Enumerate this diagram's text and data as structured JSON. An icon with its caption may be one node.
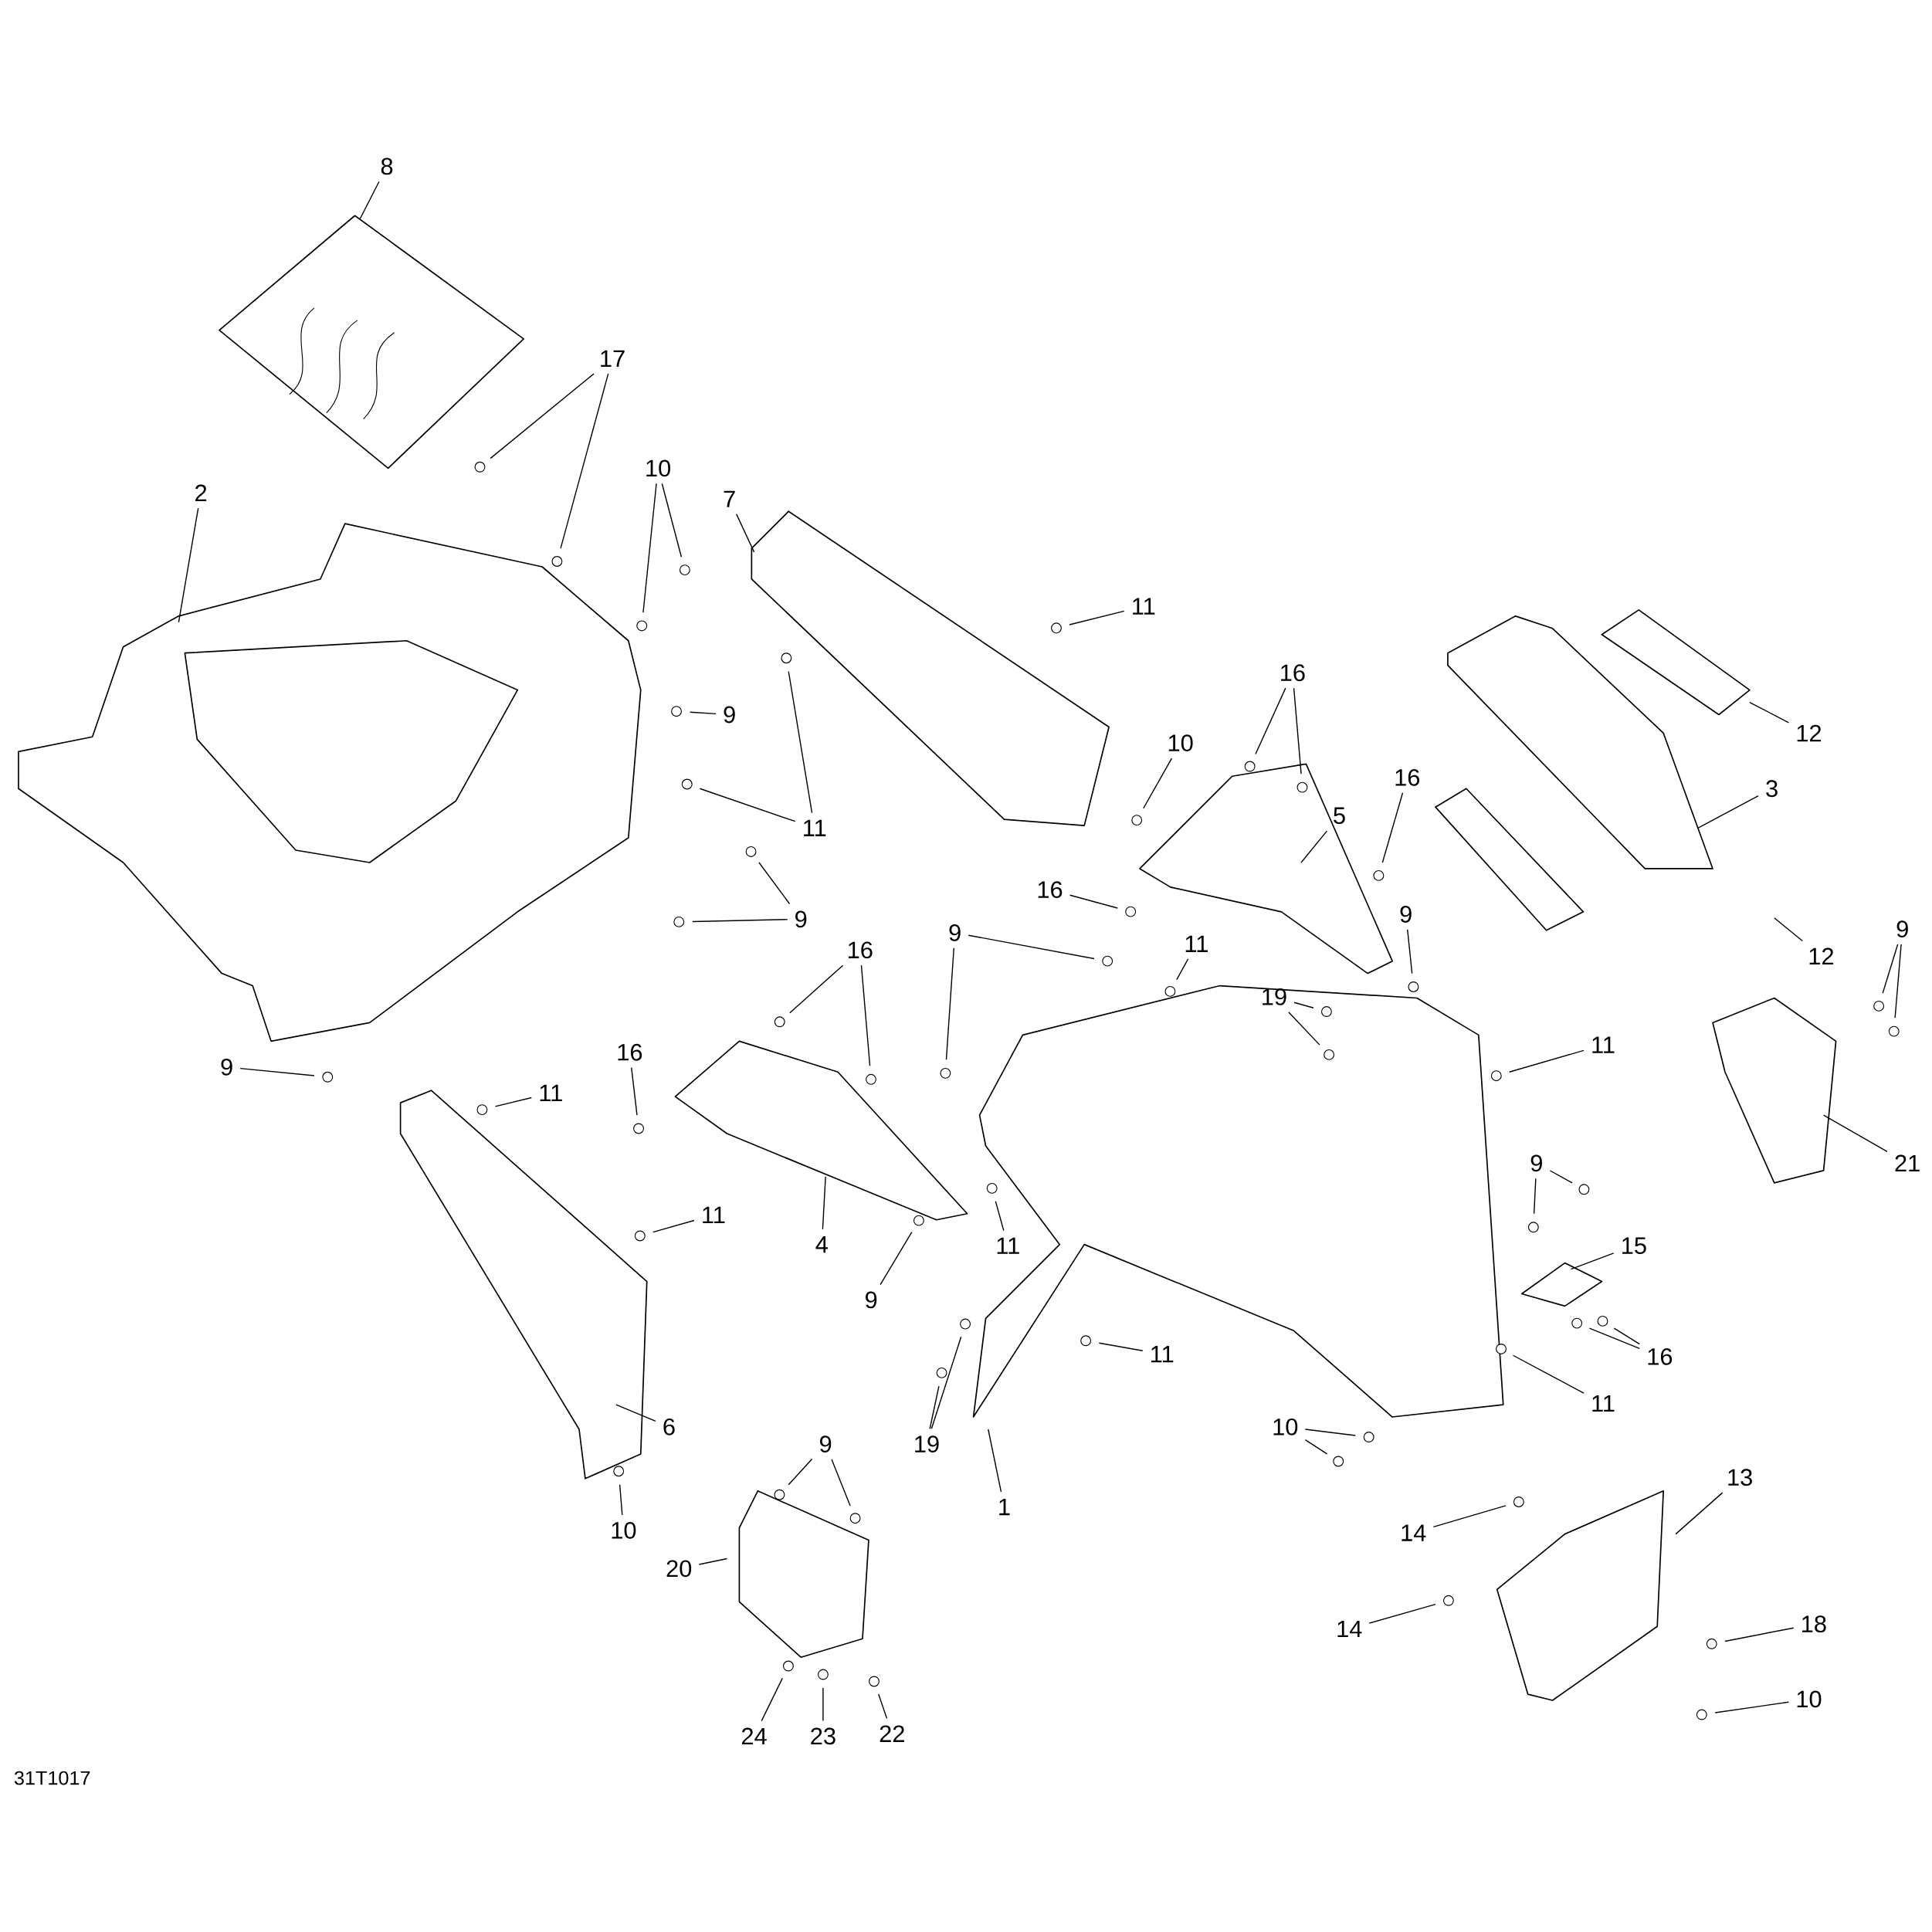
{
  "diagram": {
    "nodes": [
      {
        "text": [
          "8"
        ]
      },
      {
        "text": [
          "17"
        ]
      },
      {
        "text": [
          "10"
        ]
      },
      {
        "text": [
          "2"
        ]
      },
      {
        "text": [
          "7"
        ]
      },
      {
        "text": [
          "11"
        ]
      },
      {
        "text": [
          "16"
        ]
      },
      {
        "text": [
          "9"
        ]
      },
      {
        "text": [
          "12"
        ]
      },
      {
        "text": [
          "10"
        ]
      },
      {
        "text": [
          "16"
        ]
      },
      {
        "text": [
          "3"
        ]
      },
      {
        "text": [
          "5"
        ]
      },
      {
        "text": [
          "11"
        ]
      },
      {
        "text": [
          "16"
        ]
      },
      {
        "text": [
          "9"
        ]
      },
      {
        "text": [
          "9"
        ]
      },
      {
        "text": [
          "9"
        ]
      },
      {
        "text": [
          "9"
        ]
      },
      {
        "text": [
          "11"
        ]
      },
      {
        "text": [
          "12"
        ]
      },
      {
        "text": [
          "16"
        ]
      },
      {
        "text": [
          "19"
        ]
      },
      {
        "text": [
          "11"
        ]
      },
      {
        "text": [
          "16"
        ]
      },
      {
        "text": [
          "9"
        ]
      },
      {
        "text": [
          "11"
        ]
      },
      {
        "text": [
          "9"
        ]
      },
      {
        "text": [
          "21"
        ]
      },
      {
        "text": [
          "11"
        ]
      },
      {
        "text": [
          "4"
        ]
      },
      {
        "text": [
          "11"
        ]
      },
      {
        "text": [
          "15"
        ]
      },
      {
        "text": [
          "9"
        ]
      },
      {
        "text": [
          "11"
        ]
      },
      {
        "text": [
          "16"
        ]
      },
      {
        "text": [
          "11"
        ]
      },
      {
        "text": [
          "6"
        ]
      },
      {
        "text": [
          "10"
        ]
      },
      {
        "text": [
          "19"
        ]
      },
      {
        "text": [
          "9"
        ]
      },
      {
        "text": [
          "13"
        ]
      },
      {
        "text": [
          "1"
        ]
      },
      {
        "text": [
          "10"
        ]
      },
      {
        "text": [
          "14"
        ]
      },
      {
        "text": [
          "20"
        ]
      },
      {
        "text": [
          "18"
        ]
      },
      {
        "text": [
          "14"
        ]
      },
      {
        "text": [
          "10"
        ]
      },
      {
        "text": [
          "22"
        ]
      },
      {
        "text": [
          "24"
        ]
      },
      {
        "text": [
          "23"
        ]
      }
    ],
    "edges": [
      {
        "from": 0,
        "to": null,
        "arrow": "none"
      },
      {
        "from": 1,
        "to": null,
        "arrow": "none"
      },
      {
        "from": 1,
        "to": null,
        "arrow": "none"
      },
      {
        "from": 2,
        "to": null,
        "arrow": "none"
      },
      {
        "from": 2,
        "to": null,
        "arrow": "none"
      },
      {
        "from": 3,
        "to": null,
        "arrow": "none"
      },
      {
        "from": 4,
        "to": null,
        "arrow": "none"
      },
      {
        "from": 5,
        "to": null,
        "arrow": "none"
      },
      {
        "from": 6,
        "to": null,
        "arrow": "none"
      },
      {
        "from": 6,
        "to": null,
        "arrow": "none"
      },
      {
        "from": 7,
        "to": null,
        "arrow": "none"
      },
      {
        "from": 8,
        "to": null,
        "arrow": "none"
      },
      {
        "from": 9,
        "to": null,
        "arrow": "none"
      },
      {
        "from": 10,
        "to": null,
        "arrow": "none"
      },
      {
        "from": 11,
        "to": null,
        "arrow": "none"
      },
      {
        "from": 12,
        "to": null,
        "arrow": "none"
      },
      {
        "from": 13,
        "to": null,
        "arrow": "none"
      },
      {
        "from": 13,
        "to": null,
        "arrow": "none"
      },
      {
        "from": 14,
        "to": null,
        "arrow": "none"
      },
      {
        "from": 15,
        "to": null,
        "arrow": "none"
      },
      {
        "from": 16,
        "to": null,
        "arrow": "none"
      },
      {
        "from": 16,
        "to": null,
        "arrow": "none"
      },
      {
        "from": 17,
        "to": null,
        "arrow": "none"
      },
      {
        "from": 17,
        "to": null,
        "arrow": "none"
      },
      {
        "from": 18,
        "to": null,
        "arrow": "none"
      },
      {
        "from": 18,
        "to": null,
        "arrow": "none"
      },
      {
        "from": 19,
        "to": null,
        "arrow": "none"
      },
      {
        "from": 20,
        "to": null,
        "arrow": "none"
      },
      {
        "from": 21,
        "to": null,
        "arrow": "none"
      },
      {
        "from": 21,
        "to": null,
        "arrow": "none"
      },
      {
        "from": 22,
        "to": null,
        "arrow": "none"
      },
      {
        "from": 22,
        "to": null,
        "arrow": "none"
      },
      {
        "from": 23,
        "to": null,
        "arrow": "none"
      },
      {
        "from": 24,
        "to": null,
        "arrow": "none"
      },
      {
        "from": 25,
        "to": null,
        "arrow": "none"
      },
      {
        "from": 26,
        "to": null,
        "arrow": "none"
      },
      {
        "from": 27,
        "to": null,
        "arrow": "none"
      },
      {
        "from": 27,
        "to": null,
        "arrow": "none"
      },
      {
        "from": 28,
        "to": null,
        "arrow": "none"
      },
      {
        "from": 29,
        "to": null,
        "arrow": "none"
      },
      {
        "from": 30,
        "to": null,
        "arrow": "none"
      },
      {
        "from": 31,
        "to": null,
        "arrow": "none"
      },
      {
        "from": 32,
        "to": null,
        "arrow": "none"
      },
      {
        "from": 33,
        "to": null,
        "arrow": "none"
      },
      {
        "from": 34,
        "to": null,
        "arrow": "none"
      },
      {
        "from": 35,
        "to": null,
        "arrow": "none"
      },
      {
        "from": 35,
        "to": null,
        "arrow": "none"
      },
      {
        "from": 36,
        "to": null,
        "arrow": "none"
      },
      {
        "from": 37,
        "to": null,
        "arrow": "none"
      },
      {
        "from": 38,
        "to": null,
        "arrow": "none"
      },
      {
        "from": 38,
        "to": null,
        "arrow": "none"
      },
      {
        "from": 39,
        "to": null,
        "arrow": "none"
      },
      {
        "from": 39,
        "to": null,
        "arrow": "none"
      },
      {
        "from": 40,
        "to": null,
        "arrow": "none"
      },
      {
        "from": 40,
        "to": null,
        "arrow": "none"
      },
      {
        "from": 41,
        "to": null,
        "arrow": "none"
      },
      {
        "from": 42,
        "to": null,
        "arrow": "none"
      },
      {
        "from": 43,
        "to": null,
        "arrow": "none"
      },
      {
        "from": 44,
        "to": null,
        "arrow": "none"
      },
      {
        "from": 45,
        "to": null,
        "arrow": "none"
      },
      {
        "from": 46,
        "to": null,
        "arrow": "none"
      },
      {
        "from": 47,
        "to": null,
        "arrow": "none"
      },
      {
        "from": 48,
        "to": null,
        "arrow": "none"
      },
      {
        "from": 49,
        "to": null,
        "arrow": "none"
      },
      {
        "from": 50,
        "to": null,
        "arrow": "none"
      },
      {
        "from": 51,
        "to": null,
        "arrow": "none"
      }
    ],
    "labels": [
      "31T1017"
    ]
  }
}
